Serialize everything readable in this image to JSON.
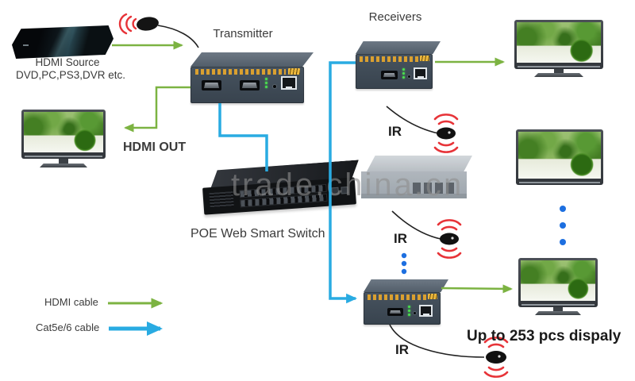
{
  "diagram": {
    "source": {
      "line1": "HDMI Source",
      "line2": "DVD,PC,PS3,DVR etc."
    },
    "transmitter_label": "Transmitter",
    "receivers_label": "Receivers",
    "hdmi_out_label": "HDMI OUT",
    "switch_label": "POE Web Smart Switch",
    "ir_label": "IR",
    "capacity_note": "Up to 253 pcs dispaly",
    "watermark": "trade.china.cn"
  },
  "legend": {
    "items": [
      {
        "label": "HDMI cable",
        "color": "#7cb342"
      },
      {
        "label": "Cat5e/6 cable",
        "color": "#29abe2"
      }
    ]
  },
  "icons": {
    "ir_emitter": "ir-blaster-with-red-signal-arcs",
    "ir_receiver": "ir-eye-with-red-signal-arcs",
    "more_receivers": "vertical-ellipsis-dots",
    "more_displays": "vertical-ellipsis-dots"
  },
  "colors": {
    "hdmi_cable": "#7cb342",
    "cat5e6_cable": "#29abe2",
    "ir_signal": "#e73338",
    "device_body": "#3f4b58",
    "device_stripe": "#e2a62f",
    "ellipsis_dots": "#1d6fe0",
    "watermark_gray": "#8f8f8f"
  }
}
